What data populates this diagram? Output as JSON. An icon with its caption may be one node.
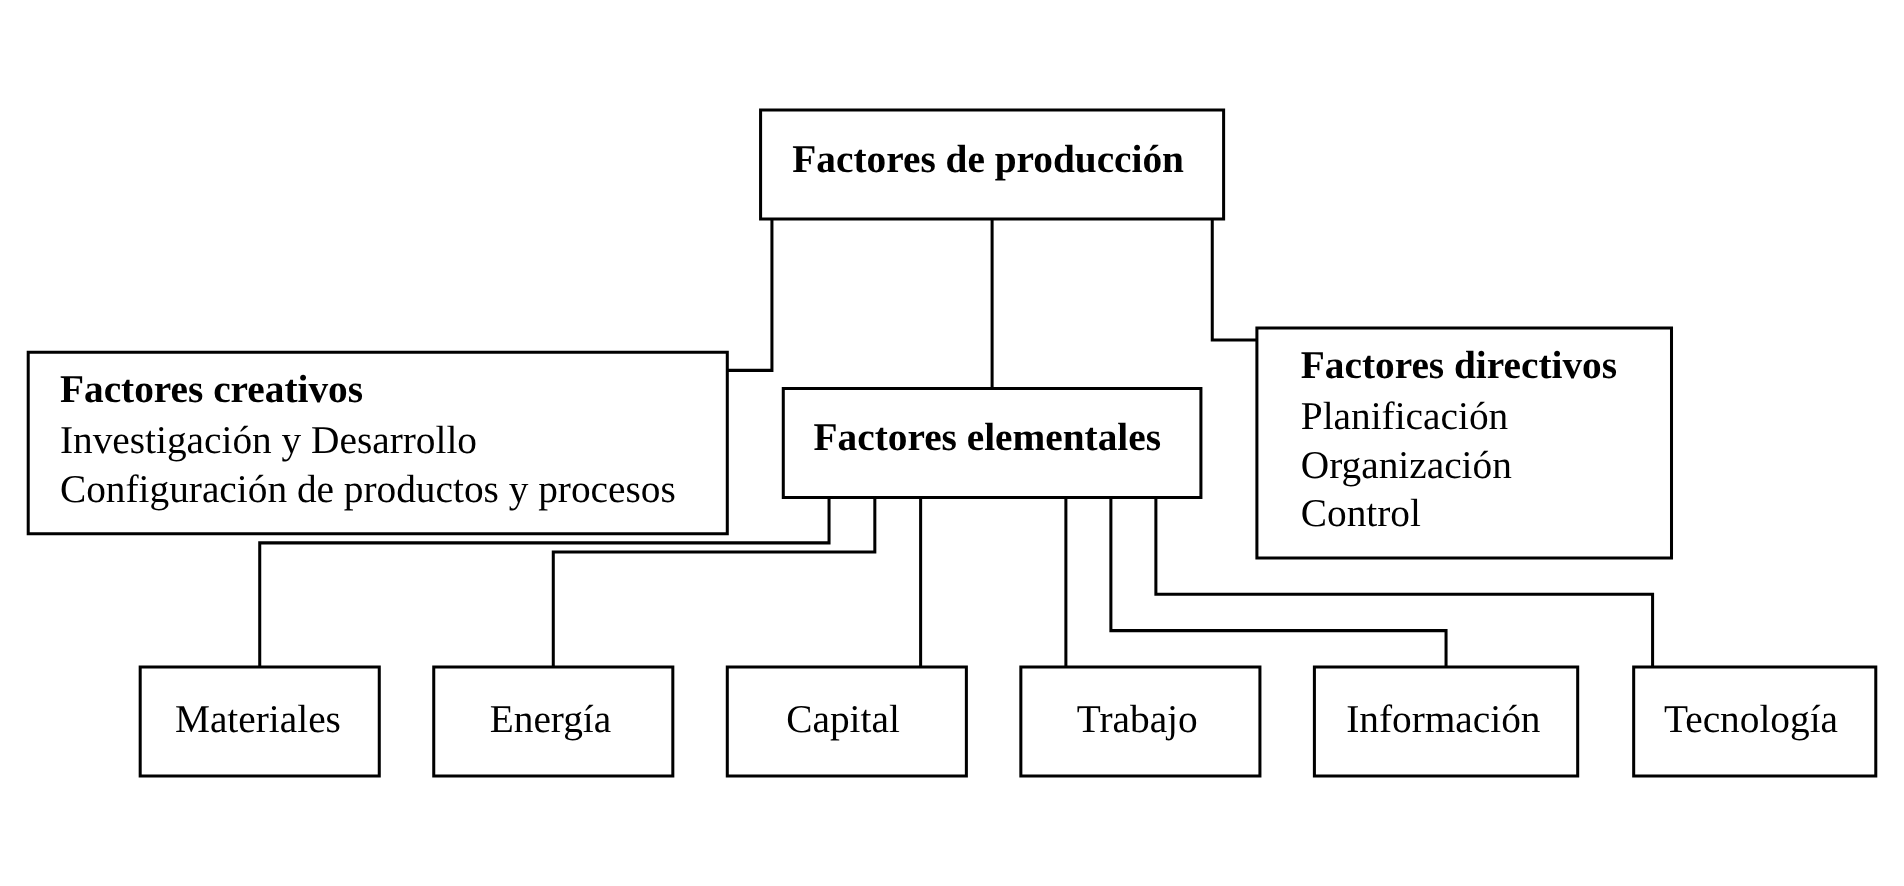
{
  "diagram": {
    "nodes": [
      {
        "text": [
          "Factores de producción"
        ]
      },
      {
        "text": [
          "Factores creativos",
          "Investigación y Desarrollo",
          "Configuración de productos y procesos"
        ]
      },
      {
        "text": [
          "Factores elementales"
        ]
      },
      {
        "text": [
          "Factores directivos",
          "Planificación",
          "Organización",
          "Control"
        ]
      },
      {
        "text": [
          "Materiales"
        ]
      },
      {
        "text": [
          "Energía"
        ]
      },
      {
        "text": [
          "Capital"
        ]
      },
      {
        "text": [
          "Trabajo"
        ]
      },
      {
        "text": [
          "Información"
        ]
      },
      {
        "text": [
          "Tecnología"
        ]
      }
    ],
    "edges": [
      {
        "from": 0,
        "to": 1,
        "arrow": "none"
      },
      {
        "from": 0,
        "to": 2,
        "arrow": "none"
      },
      {
        "from": 0,
        "to": 3,
        "arrow": "none"
      },
      {
        "from": 2,
        "to": 4,
        "arrow": "none"
      },
      {
        "from": 2,
        "to": 5,
        "arrow": "none"
      },
      {
        "from": 2,
        "to": 6,
        "arrow": "none"
      },
      {
        "from": 2,
        "to": 7,
        "arrow": "none"
      },
      {
        "from": 2,
        "to": 8,
        "arrow": "none"
      },
      {
        "from": 2,
        "to": 9,
        "arrow": "none"
      }
    ]
  }
}
